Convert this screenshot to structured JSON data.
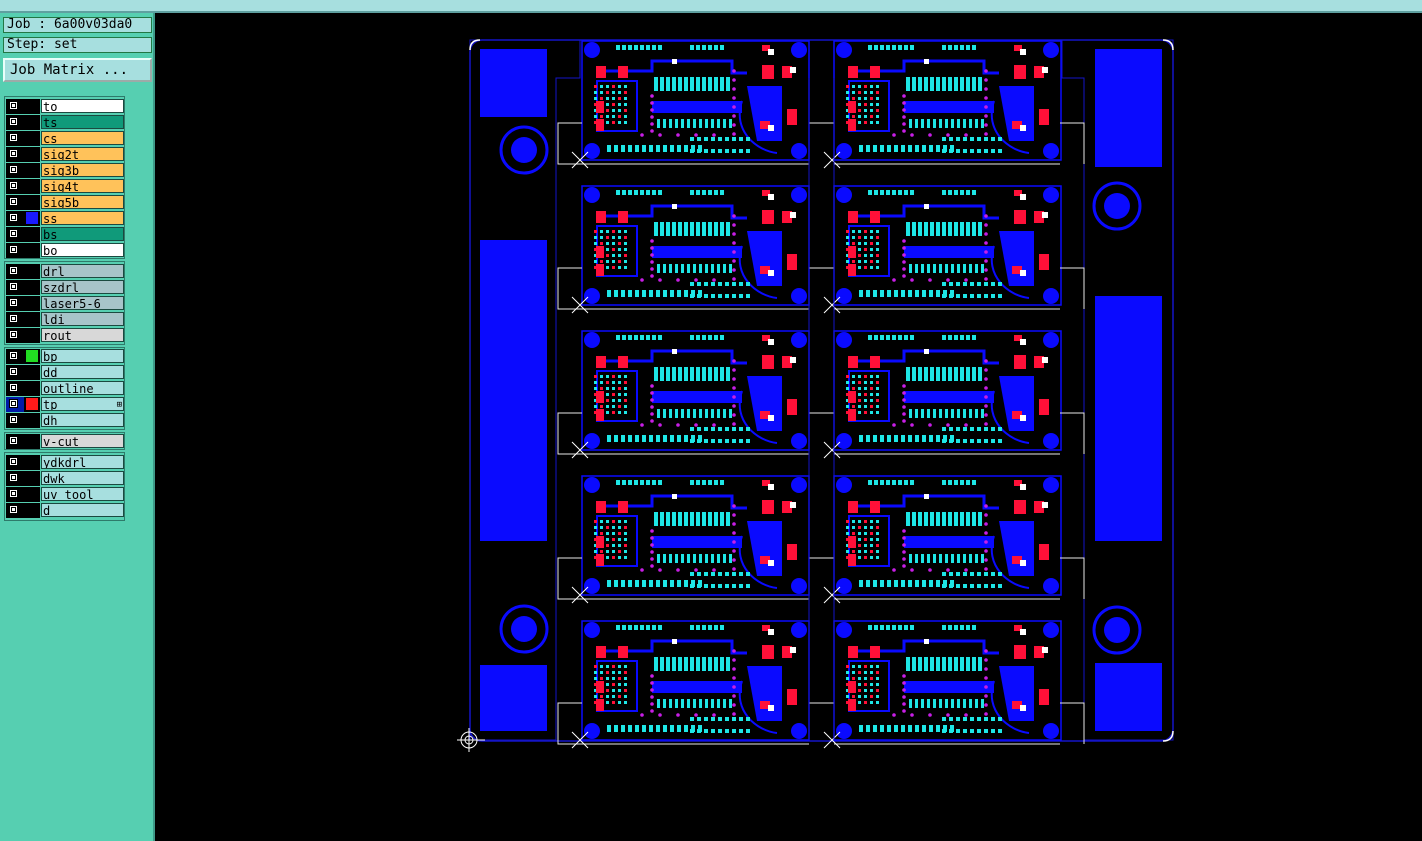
{
  "header": {
    "job": "Job : 6a00v03da0",
    "step": "Step: set",
    "job_matrix_button": "Job Matrix ..."
  },
  "layers": [
    {
      "name": "to",
      "color": "#ffffff",
      "swatch": null,
      "checked": false
    },
    {
      "name": "ts",
      "color": "#109a7a",
      "swatch": null,
      "checked": false
    },
    {
      "name": "cs",
      "color": "#ffc25a",
      "swatch": null,
      "checked": false
    },
    {
      "name": "sig2t",
      "color": "#ffc25a",
      "swatch": null,
      "checked": false
    },
    {
      "name": "sig3b",
      "color": "#ffc25a",
      "swatch": null,
      "checked": false
    },
    {
      "name": "sig4t",
      "color": "#ffc25a",
      "swatch": null,
      "checked": false
    },
    {
      "name": "sig5b",
      "color": "#ffc25a",
      "swatch": null,
      "checked": false
    },
    {
      "name": "ss",
      "color": "#ffc25a",
      "swatch": "#1a1aff",
      "checked": false
    },
    {
      "name": "bs",
      "color": "#109a7a",
      "swatch": null,
      "checked": false
    },
    {
      "name": "bo",
      "color": "#ffffff",
      "swatch": null,
      "checked": false
    },
    {
      "name": "drl",
      "color": "#a7c4c9",
      "swatch": null,
      "checked": false
    },
    {
      "name": "szdrl",
      "color": "#a7c4c9",
      "swatch": null,
      "checked": false
    },
    {
      "name": "laser5-6",
      "color": "#a7c4c9",
      "swatch": null,
      "checked": false
    },
    {
      "name": "ldi",
      "color": "#a7c4c9",
      "swatch": null,
      "checked": false
    },
    {
      "name": "rout",
      "color": "#d8d8d8",
      "swatch": null,
      "checked": false
    },
    {
      "name": "bp",
      "color": "#a7dfdf",
      "swatch": "#22dd22",
      "checked": false
    },
    {
      "name": "dd",
      "color": "#a7dfdf",
      "swatch": null,
      "checked": false
    },
    {
      "name": "outline",
      "color": "#a7dfdf",
      "swatch": null,
      "checked": false
    },
    {
      "name": "tp",
      "color": "#a7dfdf",
      "swatch": "#ff1a1a",
      "checked": true,
      "marker": "⊞"
    },
    {
      "name": "dh",
      "color": "#a7dfdf",
      "swatch": null,
      "checked": false
    },
    {
      "name": "v-cut",
      "color": "#d8d8d8",
      "swatch": null,
      "checked": false
    },
    {
      "name": "ydkdrl",
      "color": "#a7dfdf",
      "swatch": null,
      "checked": false
    },
    {
      "name": "dwk",
      "color": "#a7dfdf",
      "swatch": null,
      "checked": false
    },
    {
      "name": "uv_tool",
      "color": "#a7dfdf",
      "swatch": null,
      "checked": false
    },
    {
      "name": "d",
      "color": "#a7dfdf",
      "swatch": null,
      "checked": false
    }
  ],
  "colors": {
    "copper": "#0a0aff",
    "pad_cyan": "#1ee6e6",
    "pad_red": "#ff1038",
    "via_magenta": "#c81ee6",
    "outline": "#1414c8",
    "route_line": "#e8e8e8",
    "panel_bg": "#56cfb1",
    "header_bg": "#a7dfdf"
  },
  "board": {
    "columns": 2,
    "rows": 5,
    "origin_icon": "origin-crosshair-icon",
    "fiducial_icon": "fiducial-target-icon"
  }
}
